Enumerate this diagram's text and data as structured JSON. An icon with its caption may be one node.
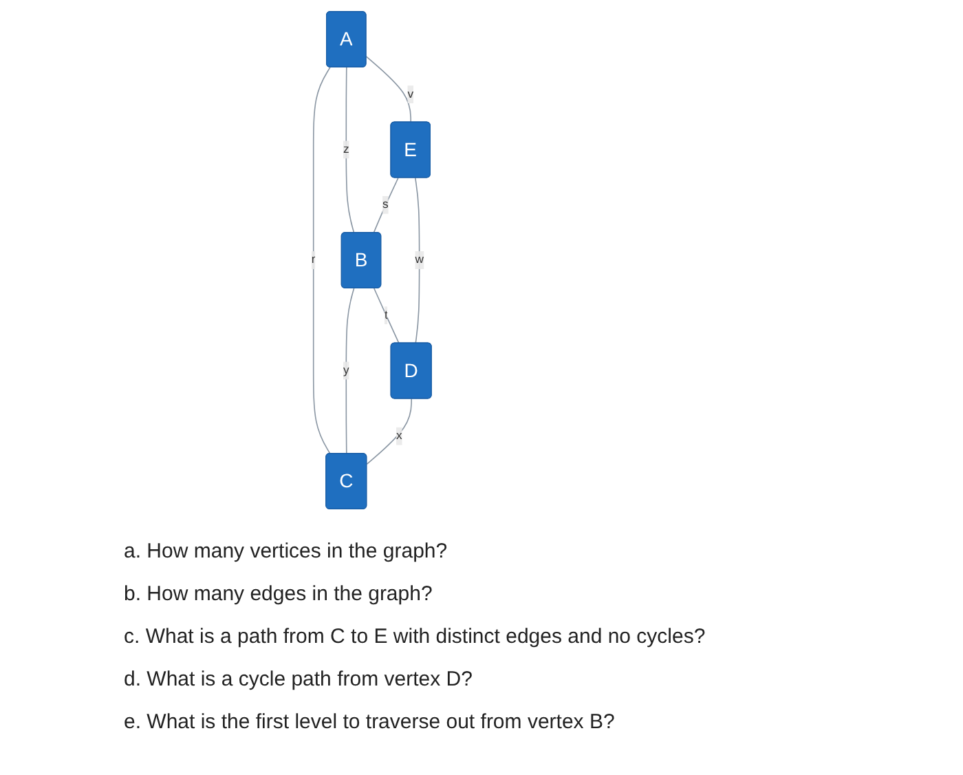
{
  "diagram": {
    "nodes": [
      {
        "text": [
          "A"
        ]
      },
      {
        "text": [
          "E"
        ]
      },
      {
        "text": [
          "B"
        ]
      },
      {
        "text": [
          "D"
        ]
      },
      {
        "text": [
          "C"
        ]
      }
    ],
    "edges": [
      {
        "from": 0,
        "to": 1,
        "arrow": "none",
        "label": "v"
      },
      {
        "from": 0,
        "to": 2,
        "arrow": "none",
        "label": "z"
      },
      {
        "from": 1,
        "to": 2,
        "arrow": "none",
        "label": "s"
      },
      {
        "from": 0,
        "to": 4,
        "arrow": "none",
        "label": "r"
      },
      {
        "from": 2,
        "to": 3,
        "arrow": "none",
        "label": "t"
      },
      {
        "from": 1,
        "to": 3,
        "arrow": "none",
        "label": "w"
      },
      {
        "from": 2,
        "to": 4,
        "arrow": "none",
        "label": "y"
      },
      {
        "from": 3,
        "to": 4,
        "arrow": "none",
        "label": "x"
      }
    ],
    "labels": [
      "a. How many vertices in the graph?",
      "b. How many edges in the graph?",
      "c. What is a path from C to E with distinct edges and no cycles?",
      "d. What is a cycle path from vertex D?",
      "e. What is the first level to traverse out from vertex B?"
    ]
  }
}
